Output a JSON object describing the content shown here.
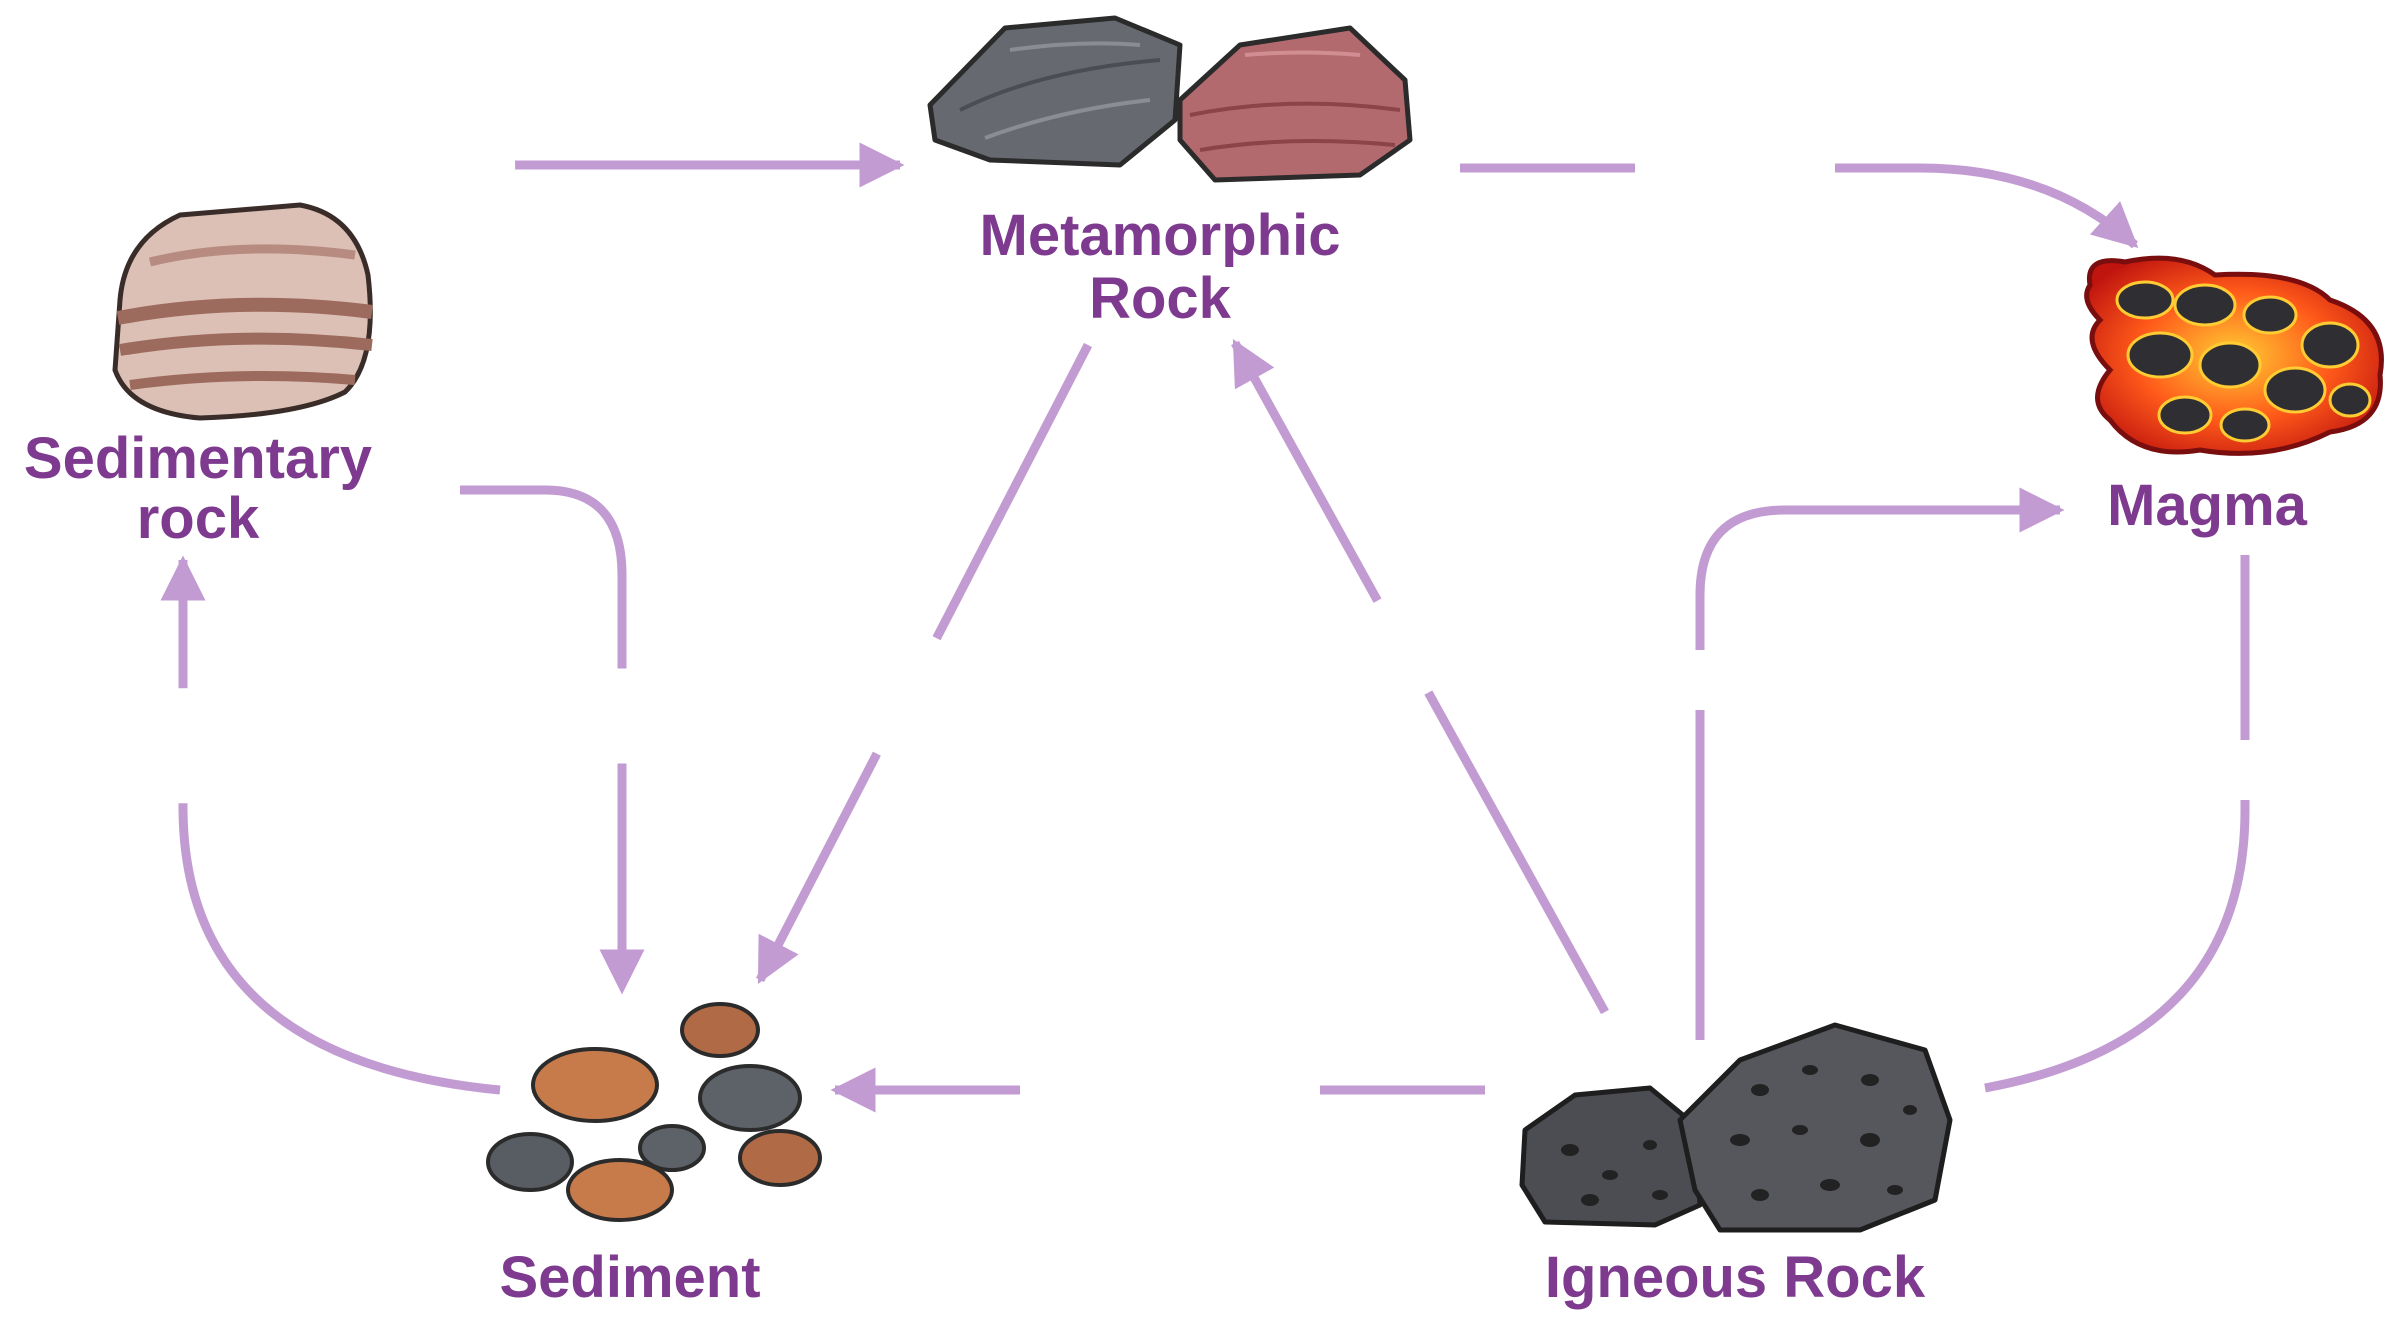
{
  "colors": {
    "arrow": "#c39bd3",
    "label": "#7d3a8f"
  },
  "nodes": {
    "metamorphic": {
      "label_line1": "Metamorphic",
      "label_line2": "Rock",
      "icon": "metamorphic-rock-icon"
    },
    "magma": {
      "label": "Magma",
      "icon": "magma-icon"
    },
    "sedimentary": {
      "label_line1": "Sedimentary",
      "label_line2": "rock",
      "icon": "sedimentary-rock-icon"
    },
    "sediment": {
      "label": "Sediment",
      "icon": "sediment-pebbles-icon"
    },
    "igneous": {
      "label": "Igneous Rock",
      "icon": "igneous-rock-icon"
    }
  }
}
